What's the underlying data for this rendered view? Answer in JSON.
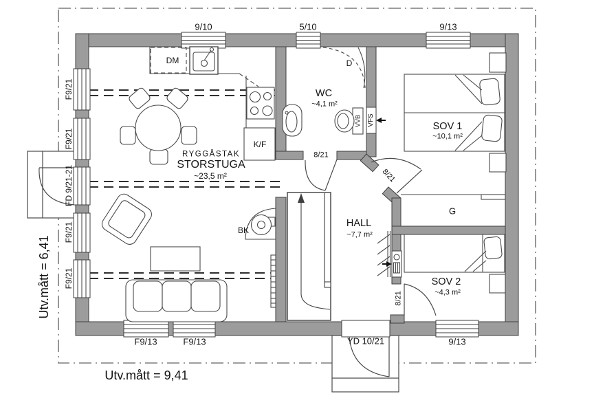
{
  "dimensions": {
    "width_label": "Utv.mått = 9,41",
    "height_label": "Utv.mått = 6,41"
  },
  "rooms": {
    "storstuga": {
      "note": "RYGGÅSTAK",
      "name": "STORSTUGA",
      "area": "~23,5 m²"
    },
    "wc": {
      "name": "WC",
      "area": "~4,1 m²"
    },
    "sov1": {
      "name": "SOV 1",
      "area": "~10,1 m²"
    },
    "hall": {
      "name": "HALL",
      "area": "~7,7 m²"
    },
    "sov2": {
      "name": "SOV 2",
      "area": "~4,3 m²"
    },
    "garderob": {
      "name": "G"
    }
  },
  "fixtures": {
    "dishwasher": "DM",
    "fridge_freezer": "K/F",
    "wood_stove": "BK",
    "shower": "D",
    "water_heater": "VVB",
    "vent_unit": "VFS"
  },
  "openings": {
    "top": [
      {
        "label": "9/10"
      },
      {
        "label": "5/10"
      },
      {
        "label": "9/13"
      }
    ],
    "left": [
      {
        "label": "F9/21"
      },
      {
        "label": "F9/21"
      },
      {
        "label": "FD 9/21-21"
      },
      {
        "label": "F9/21"
      },
      {
        "label": "F9/21"
      }
    ],
    "bottom": [
      {
        "label": "F9/13"
      },
      {
        "label": "F9/13"
      },
      {
        "label": "YD 10/21"
      },
      {
        "label": "9/13"
      }
    ],
    "interior": [
      {
        "label": "8/21"
      },
      {
        "label": "8/21"
      },
      {
        "label": "8/21"
      }
    ]
  },
  "colors": {
    "wall": "#9c9c9c",
    "line": "#3f3f3f",
    "boundary": "#7d7d7d"
  }
}
